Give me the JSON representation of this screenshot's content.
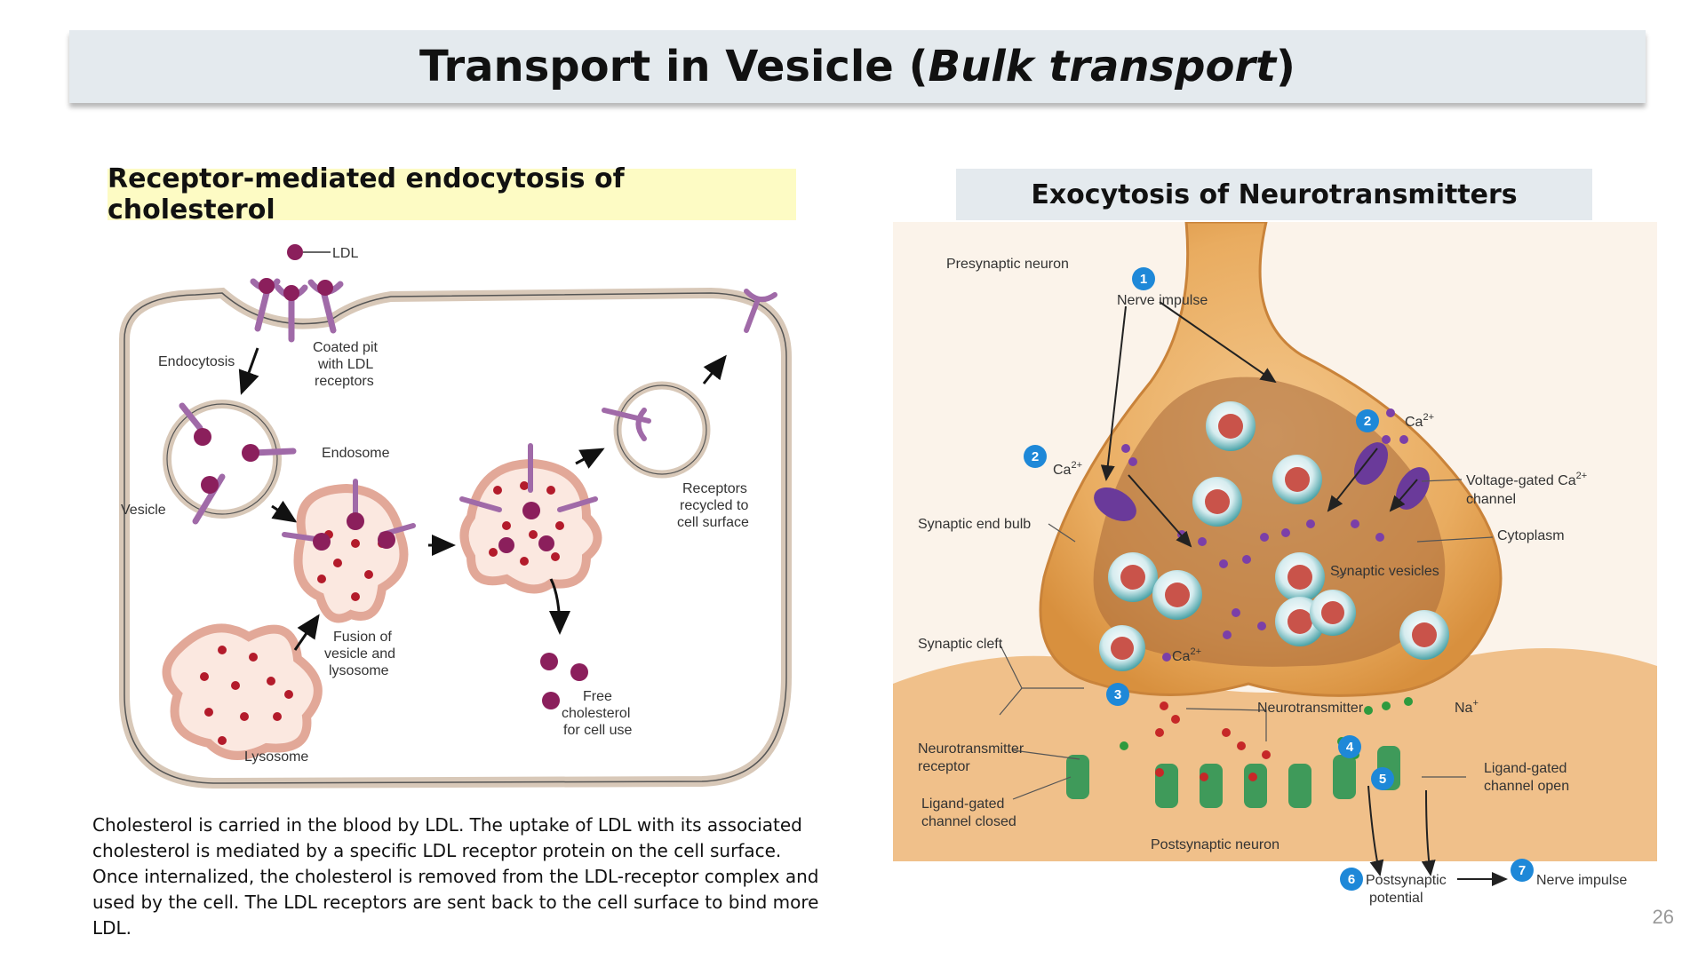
{
  "slide": {
    "title_main": "Transport in Vesicle (",
    "title_italic": "Bulk transport",
    "title_close": ")",
    "page_number": "26"
  },
  "left": {
    "heading": "Receptor-mediated endocytosis of cholesterol",
    "labels": {
      "ldl": "LDL",
      "endocytosis": "Endocytosis",
      "coated_pit_1": "Coated pit",
      "coated_pit_2": "with LDL",
      "coated_pit_3": "receptors",
      "vesicle": "Vesicle",
      "endosome": "Endosome",
      "fusion_1": "Fusion of",
      "fusion_2": "vesicle and",
      "fusion_3": "lysosome",
      "lysosome": "Lysosome",
      "receptors_1": "Receptors",
      "receptors_2": "recycled to",
      "receptors_3": "cell surface",
      "free_1": "Free",
      "free_2": "cholesterol",
      "free_3": "for cell use"
    },
    "caption": "Cholesterol is carried in the blood by LDL. The uptake of LDL with its associated cholesterol is mediated by a specific LDL receptor protein on the cell surface. Once internalized, the cholesterol is removed from the LDL-receptor complex and used by the cell. The LDL receptors are sent back to the cell surface to bind more LDL."
  },
  "right": {
    "heading": "Exocytosis of Neurotransmitters",
    "labels": {
      "presynaptic": "Presynaptic neuron",
      "nerve_impulse_top": "Nerve impulse",
      "ca_1": "Ca",
      "ca_2": "Ca",
      "ca_3": "Ca",
      "ca_sup": "2+",
      "vgc_1": "Voltage-gated Ca",
      "vgc_2": "channel",
      "cytoplasm": "Cytoplasm",
      "end_bulb": "Synaptic end bulb",
      "vesicles": "Synaptic vesicles",
      "cleft": "Synaptic cleft",
      "neurotransmitter": "Neurotransmitter",
      "na": "Na",
      "na_sup": "+",
      "nt_receptor_1": "Neurotransmitter",
      "nt_receptor_2": "receptor",
      "lg_closed_1": "Ligand-gated",
      "lg_closed_2": "channel closed",
      "lg_open_1": "Ligand-gated",
      "lg_open_2": "channel open",
      "postsynaptic": "Postsynaptic neuron",
      "potential_1": "Postsynaptic",
      "potential_2": "potential",
      "nerve_impulse_bottom": "Nerve impulse"
    },
    "steps": [
      "1",
      "2",
      "2",
      "3",
      "4",
      "5",
      "6",
      "7"
    ]
  }
}
